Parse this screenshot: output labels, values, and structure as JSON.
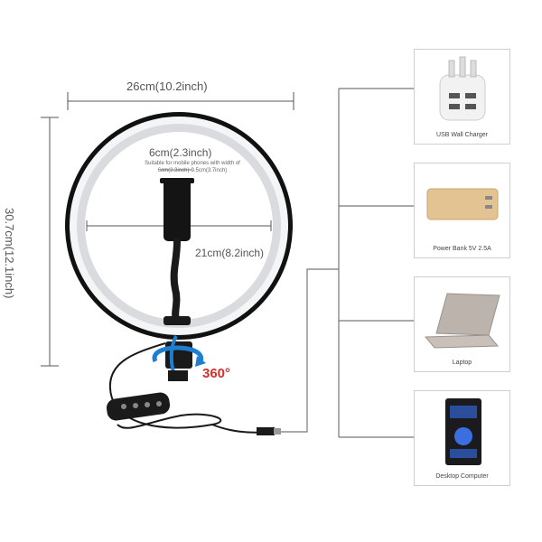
{
  "dimensions": {
    "width_label": "26cm(10.2inch)",
    "height_label": "30.7cm(12.1inch)",
    "phone_width_label": "6cm(2.3inch)",
    "phone_note": "Suitable for mobile phones with width of 6cm(2.3inch)-9.5cm(3.7inch)",
    "holder_span_label": "21cm(8.2inch)",
    "rotation_label": "360°"
  },
  "devices": [
    {
      "caption": "USB Wall Charger",
      "icon": "usb-wall-charger-icon"
    },
    {
      "caption": "Power Bank  5V 2.5A",
      "icon": "power-bank-icon"
    },
    {
      "caption": "Laptop",
      "icon": "laptop-icon"
    },
    {
      "caption": "Desktop Computer",
      "icon": "desktop-computer-icon"
    }
  ],
  "colors": {
    "ring_light": "#f4f5f7",
    "ring_frame": "#1a1a1a",
    "rotation_arrow": "#1e7fd0",
    "rotation_text": "#d0312d",
    "power_bank": "#e2c391"
  }
}
